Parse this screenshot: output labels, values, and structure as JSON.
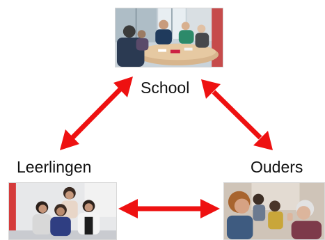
{
  "nodes": {
    "school": {
      "label": "School"
    },
    "students": {
      "label": "Leerlingen"
    },
    "parents": {
      "label": "Ouders"
    }
  },
  "edges": [
    {
      "from": "school",
      "to": "students",
      "style": "double-headed arrow"
    },
    {
      "from": "school",
      "to": "parents",
      "style": "double-headed arrow"
    },
    {
      "from": "students",
      "to": "parents",
      "style": "double-headed arrow"
    }
  ],
  "colors": {
    "arrow": "#ee1111",
    "label": "#111111"
  }
}
